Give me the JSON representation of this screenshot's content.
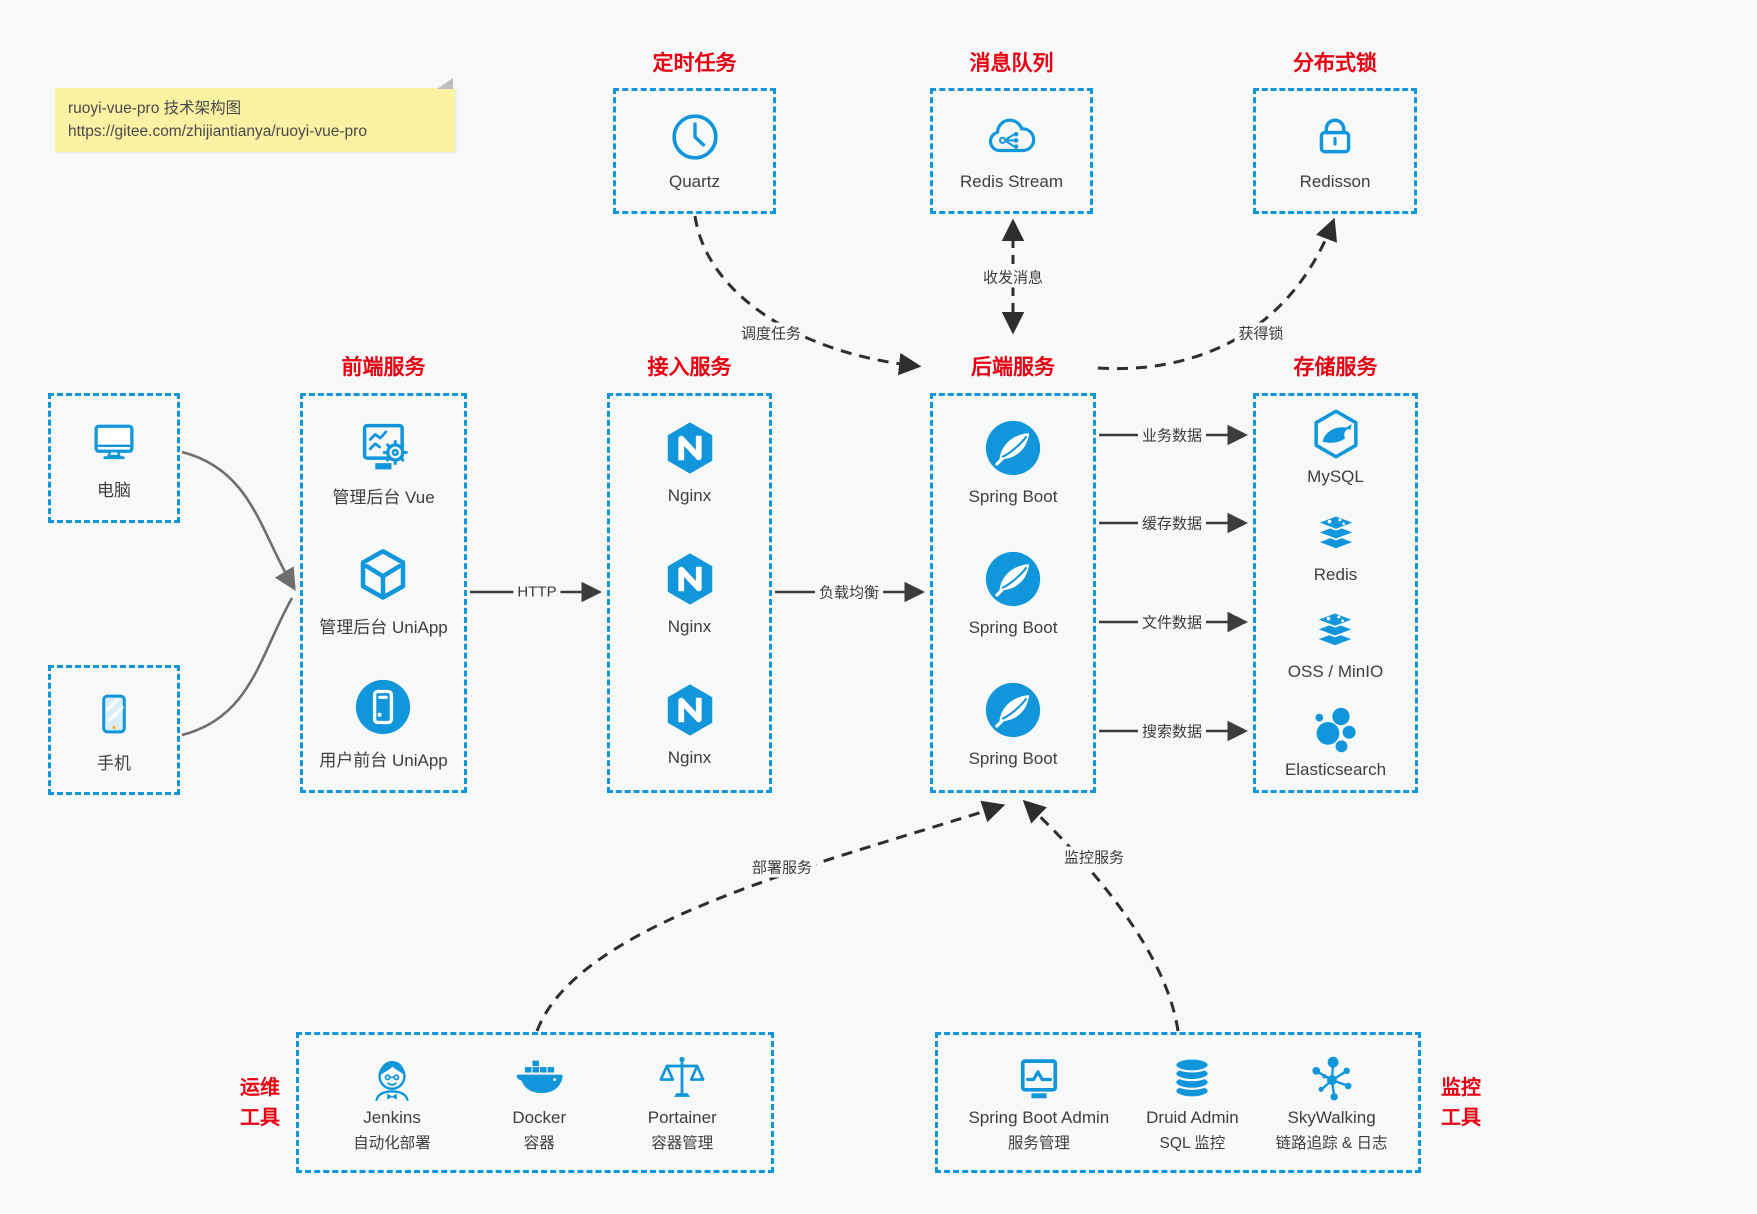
{
  "note": {
    "line1": "ruoyi-vue-pro 技术架构图",
    "line2": "https://gitee.com/zhijiantianya/ruoyi-vue-pro"
  },
  "colors": {
    "accent_blue": "#1296db",
    "title_red": "#e60012",
    "note_yellow": "#faf1a3",
    "arrow_dark": "#3c3c3c",
    "text_gray": "#3e3e3e"
  },
  "top_services": [
    {
      "title": "定时任务",
      "item": {
        "label": "Quartz",
        "icon": "clock-icon"
      }
    },
    {
      "title": "消息队列",
      "item": {
        "label": "Redis Stream",
        "icon": "cloud-queue-icon"
      }
    },
    {
      "title": "分布式锁",
      "item": {
        "label": "Redisson",
        "icon": "lock-icon"
      }
    }
  ],
  "clients": [
    {
      "label": "电脑",
      "icon": "desktop-icon"
    },
    {
      "label": "手机",
      "icon": "phone-icon"
    }
  ],
  "frontend": {
    "title": "前端服务",
    "items": [
      {
        "label": "管理后台 Vue",
        "icon": "admin-vue-icon"
      },
      {
        "label": "管理后台 UniApp",
        "icon": "uniapp-cube-icon"
      },
      {
        "label": "用户前台 UniApp",
        "icon": "user-app-icon"
      }
    ]
  },
  "gateway": {
    "title": "接入服务",
    "items": [
      {
        "label": "Nginx",
        "icon": "nginx-icon"
      },
      {
        "label": "Nginx",
        "icon": "nginx-icon"
      },
      {
        "label": "Nginx",
        "icon": "nginx-icon"
      }
    ]
  },
  "backend": {
    "title": "后端服务",
    "items": [
      {
        "label": "Spring Boot",
        "icon": "spring-boot-icon"
      },
      {
        "label": "Spring Boot",
        "icon": "spring-boot-icon"
      },
      {
        "label": "Spring Boot",
        "icon": "spring-boot-icon"
      }
    ]
  },
  "storage": {
    "title": "存储服务",
    "items": [
      {
        "label": "MySQL",
        "icon": "mysql-icon"
      },
      {
        "label": "Redis",
        "icon": "redis-icon"
      },
      {
        "label": "OSS / MinIO",
        "icon": "oss-icon"
      },
      {
        "label": "Elasticsearch",
        "icon": "elasticsearch-icon"
      }
    ]
  },
  "edges": {
    "http": "HTTP",
    "load_balance": "负载均衡",
    "schedule": "调度任务",
    "message": "收发消息",
    "lock": "获得锁",
    "biz": "业务数据",
    "cache": "缓存数据",
    "file": "文件数据",
    "search": "搜索数据",
    "deploy": "部署服务",
    "monitor": "监控服务"
  },
  "ops_tools": {
    "side_title_line1": "运维",
    "side_title_line2": "工具",
    "items": [
      {
        "name": "Jenkins",
        "desc": "自动化部署",
        "icon": "jenkins-icon"
      },
      {
        "name": "Docker",
        "desc": "容器",
        "icon": "docker-icon"
      },
      {
        "name": "Portainer",
        "desc": "容器管理",
        "icon": "portainer-icon"
      }
    ]
  },
  "monitor_tools": {
    "side_title_line1": "监控",
    "side_title_line2": "工具",
    "items": [
      {
        "name": "Spring Boot Admin",
        "desc": "服务管理",
        "icon": "spring-boot-admin-icon"
      },
      {
        "name": "Druid Admin",
        "desc": "SQL 监控",
        "icon": "druid-icon"
      },
      {
        "name": "SkyWalking",
        "desc": "链路追踪 & 日志",
        "icon": "skywalking-icon"
      }
    ]
  }
}
